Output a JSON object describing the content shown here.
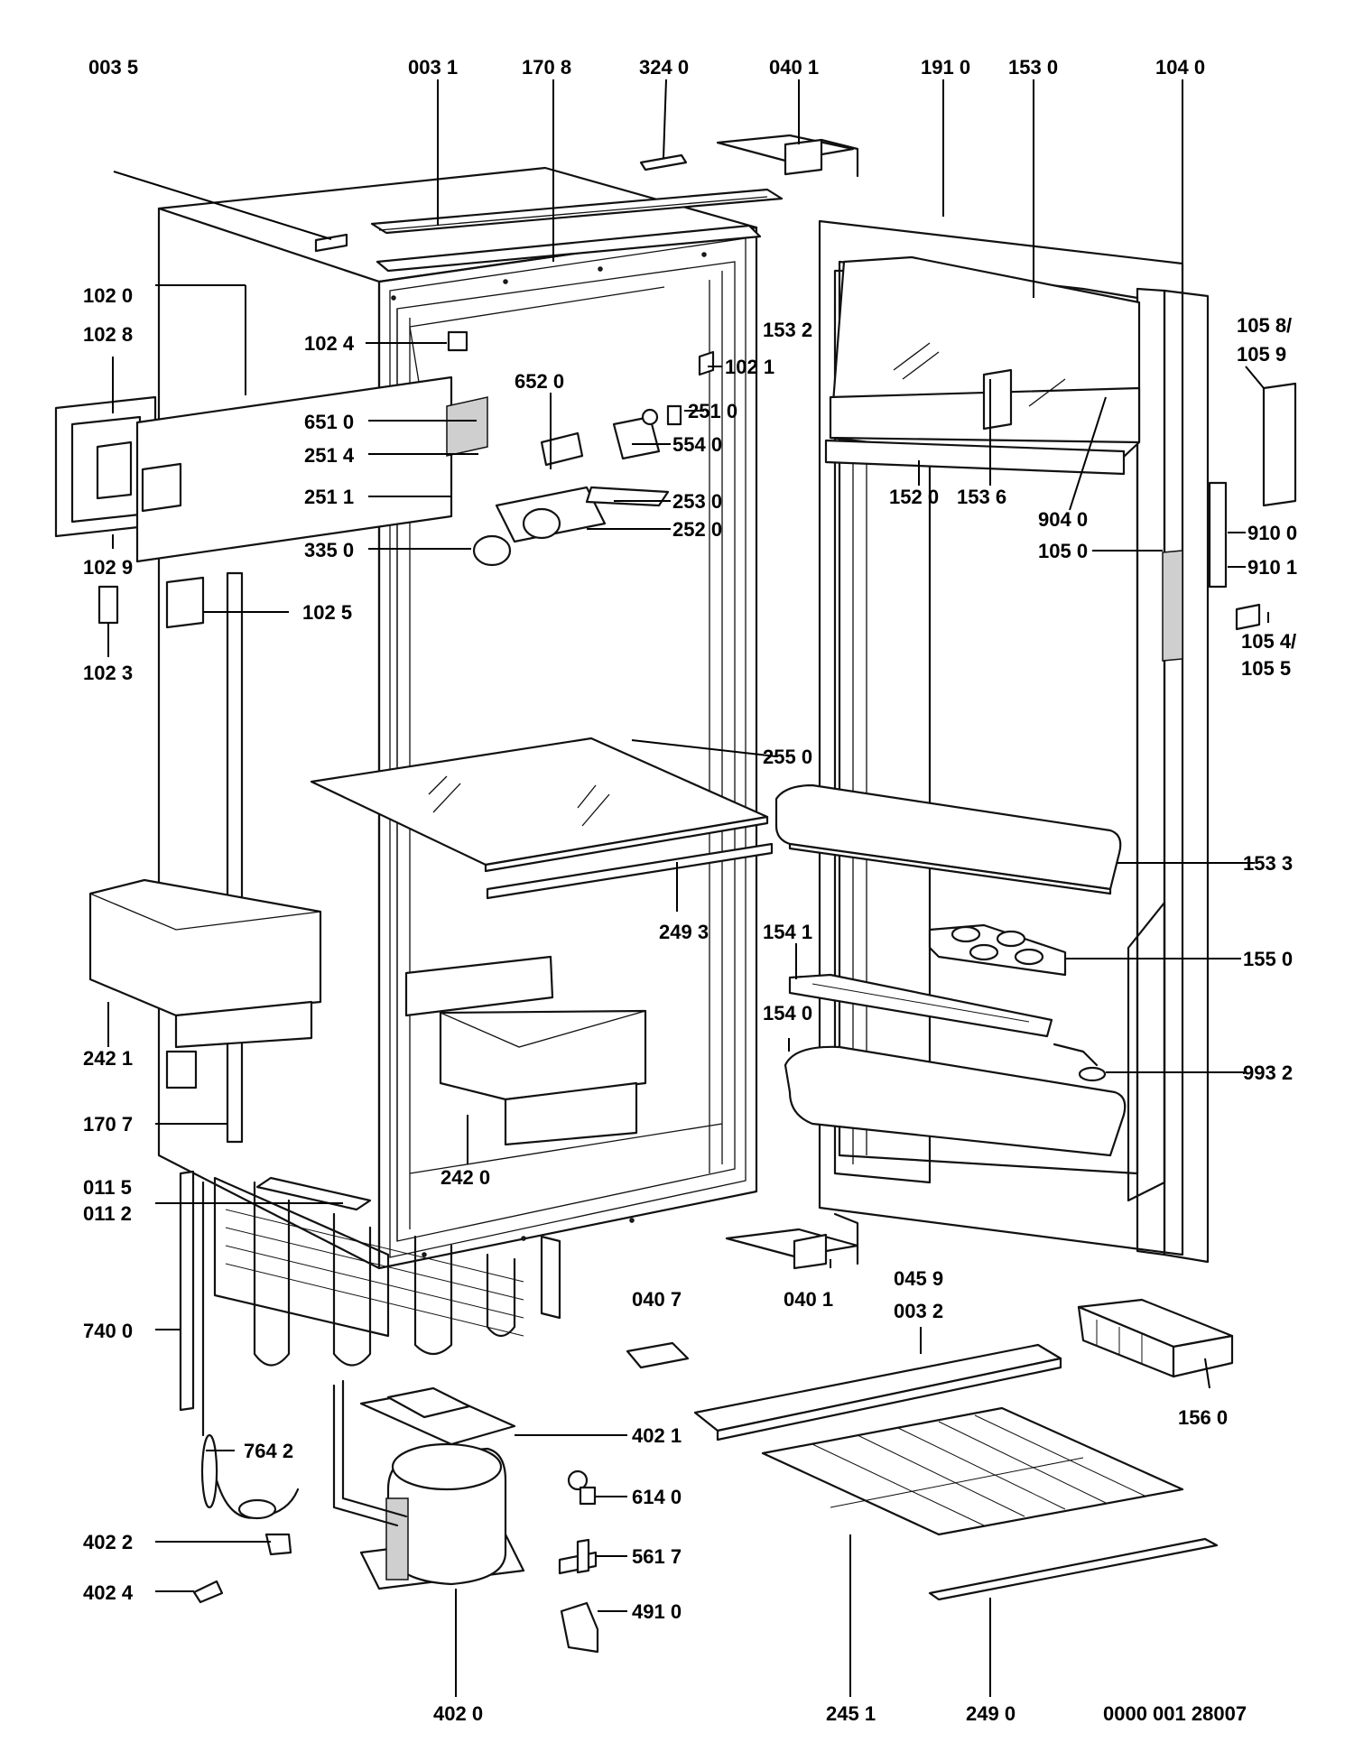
{
  "labels": {
    "l0035": "003 5",
    "l0031": "003 1",
    "l1708": "170 8",
    "l3240": "324 0",
    "l0401a": "040 1",
    "l1910": "191 0",
    "l1530": "153 0",
    "l1040": "104 0",
    "l1020": "102 0",
    "l1028": "102 8",
    "l1024": "102 4",
    "l6520": "652 0",
    "l1532": "153 2",
    "l1021": "102 1",
    "l1058": "105 8/",
    "l1059": "105 9",
    "l6510": "651 0",
    "l2510": "251 0",
    "l2514": "251 4",
    "l5540": "554 0",
    "l2511": "251 1",
    "l2530": "253 0",
    "l1520": "152 0",
    "l1536": "153 6",
    "l2520": "252 0",
    "l9040": "904 0",
    "l9100": "910 0",
    "l3350": "335 0",
    "l1050": "105 0",
    "l9101": "910 1",
    "l1029": "102 9",
    "l1025": "102 5",
    "l1054": "105 4/",
    "l1055": "105 5",
    "l1023": "102 3",
    "l2550": "255 0",
    "l1533": "153 3",
    "l2493": "249 3",
    "l1541": "154 1",
    "l1550": "155 0",
    "l2421": "242 1",
    "l1540": "154 0",
    "l9932": "993 2",
    "l1707": "170 7",
    "l2420": "242 0",
    "l0115": "011 5",
    "l0112": "011 2",
    "l0459": "045 9",
    "l0407": "040 7",
    "l0401b": "040 1",
    "l0032": "003 2",
    "l7400": "740 0",
    "l7642": "764 2",
    "l4021": "402 1",
    "l1560": "156 0",
    "l6140": "614 0",
    "l4022": "402 2",
    "l5617": "561 7",
    "l4024": "402 4",
    "l4910": "491 0",
    "l4020": "402 0",
    "l2451": "245 1",
    "l2490": "249 0"
  },
  "drawing_code": "0000 001 28007"
}
